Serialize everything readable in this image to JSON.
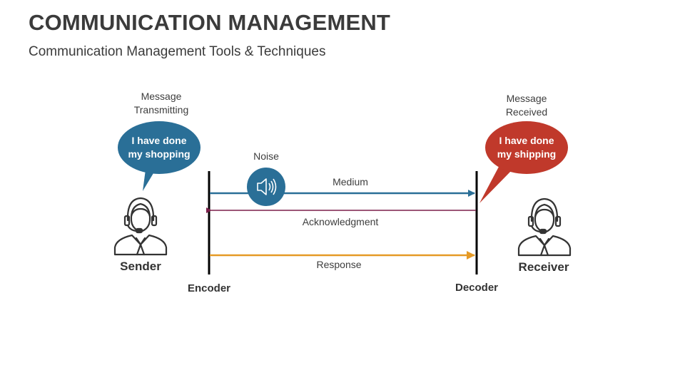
{
  "slide": {
    "title": "COMMUNICATION MANAGEMENT",
    "subtitle": "Communication Management Tools & Techniques"
  },
  "sender": {
    "name": "Sender",
    "caption_line1": "Message",
    "caption_line2": "Transmitting",
    "bubble_line1": "I have done",
    "bubble_line2": "my shopping",
    "bubble_color": "#2a6f97"
  },
  "receiver": {
    "name": "Receiver",
    "caption_line1": "Message",
    "caption_line2": "Received",
    "bubble_line1": "I have done",
    "bubble_line2": "my shipping",
    "bubble_color": "#c0392b"
  },
  "encoder_label": "Encoder",
  "decoder_label": "Decoder",
  "noise": {
    "label": "Noise",
    "icon": "speaker-icon",
    "color": "#2a6f97"
  },
  "channels": {
    "medium": {
      "label": "Medium",
      "color": "#2a6f97"
    },
    "acknowledgment": {
      "label": "Acknowledgment",
      "color": "#7b1f4a"
    },
    "response": {
      "label": "Response",
      "color": "#e59a26"
    }
  }
}
